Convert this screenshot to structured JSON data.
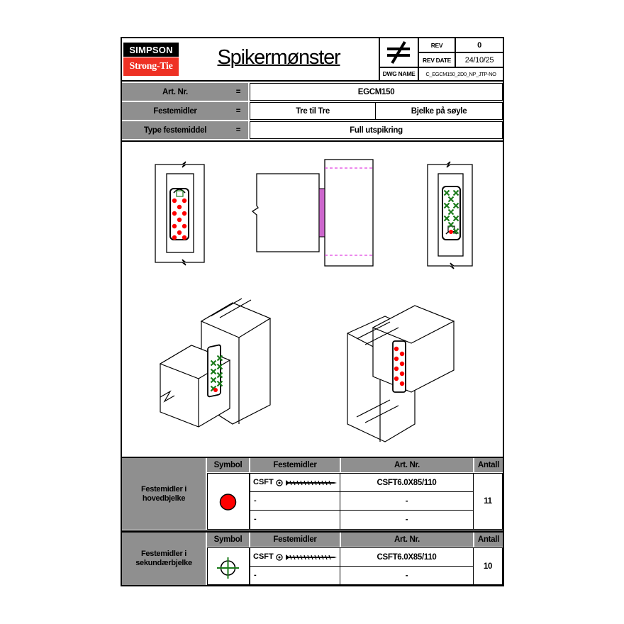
{
  "header": {
    "logo_top": "SIMPSON",
    "logo_bottom": "Strong-Tie",
    "title": "Spikermønster",
    "rev_label": "REV",
    "rev_value": "0",
    "rev_date_label": "REV DATE",
    "rev_date_value": "24/10/25",
    "dwg_name_label": "DWG NAME",
    "dwg_name_value": "C_EGCM150_2D0_NP_JTP-NO"
  },
  "info_rows": [
    {
      "label": "Art. Nr.",
      "eq": "=",
      "value": "EGCM150"
    },
    {
      "label": "Festemidler",
      "eq": "=",
      "value_left": "Tre til Tre",
      "value_right": "Bjelke på søyle"
    },
    {
      "label": "Type festemiddel",
      "eq": "=",
      "value": "Full utspikring"
    }
  ],
  "table1": {
    "section_label": "Festemidler i hovedbjelke",
    "headers": [
      "Symbol",
      "Festemidler",
      "Art. Nr.",
      "Antall"
    ],
    "rows": [
      {
        "fastener": "CSFT",
        "art": "CSFT6.0X85/110"
      },
      {
        "fastener": "-",
        "art": "-"
      },
      {
        "fastener": "-",
        "art": "-"
      }
    ],
    "count": "11",
    "symbol": "red-filled-circle",
    "symbol_color": "#ff0000"
  },
  "table2": {
    "section_label": "Festemidler i sekundærbjelke",
    "headers": [
      "Symbol",
      "Festemidler",
      "Art. Nr.",
      "Antall"
    ],
    "rows": [
      {
        "fastener": "CSFT",
        "art": "CSFT6.0X85/110"
      },
      {
        "fastener": "-",
        "art": "-"
      }
    ],
    "count": "10",
    "symbol": "green-crosshair",
    "symbol_color": "#1a7a1a"
  },
  "colors": {
    "grey_header": "#8f8f8f",
    "logo_red": "#ee3124",
    "nail_red": "#ff0000",
    "nail_green": "#1a7a1a",
    "magenta_line": "#e040e0"
  }
}
